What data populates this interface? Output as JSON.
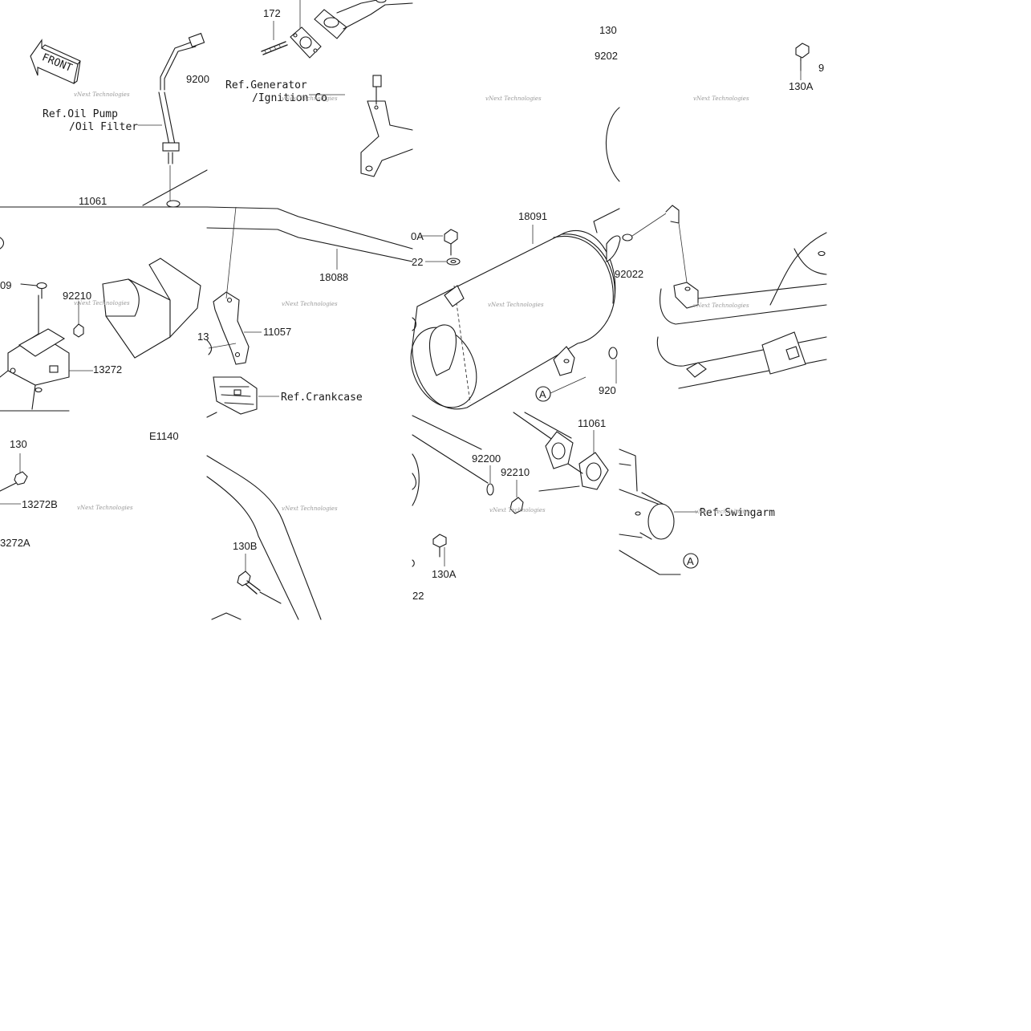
{
  "labels": {
    "p172": "172",
    "p9200_top": "9200",
    "p130_top": "130",
    "p9202_top": "9202",
    "p9_right": "9",
    "p130A_top": "130A",
    "p11061_left": "11061",
    "p18088": "18088",
    "p18091": "18091",
    "p0A": "0A",
    "p22_mid": "22",
    "p92022": "92022",
    "p09": "09",
    "p92210_left": "92210",
    "p13272": "13272",
    "p11057": "11057",
    "p13_cut": "13",
    "p920_cut": "920",
    "pE1140": "E1140",
    "p130_bl": "130",
    "p13272B": "13272B",
    "p13272A": "3272A",
    "p130B": "130B",
    "p92200": "92200",
    "p92210_mid": "92210",
    "p11061_mid": "11061",
    "p130A_bot": "130A",
    "p22_bot": "22",
    "callA1": "A",
    "callA2": "A"
  },
  "refs": {
    "oil_pump": "Ref.Oil Pump",
    "oil_filter": "/Oil Filter",
    "generator": "Ref.Generator",
    "ignition": "/Ignition Co",
    "crankcase": "Ref.Crankcase",
    "swingarm": "Ref.Swingarm"
  },
  "front_badge": "FRONT",
  "watermark": {
    "text": "vNext Technologies",
    "color": "#9a9a9a"
  }
}
